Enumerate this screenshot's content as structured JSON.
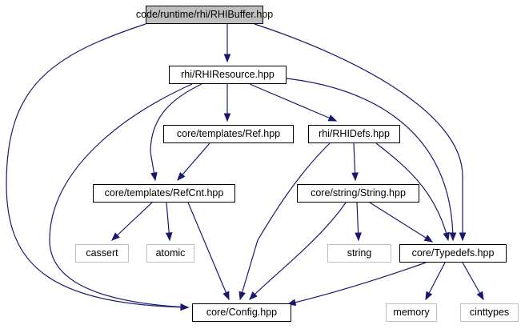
{
  "diagram": {
    "edge_color": "#191970",
    "root_fill": "#bfbfbf",
    "external_border": "#bfbfbf",
    "nodes": [
      {
        "id": "rhibuffer",
        "label": "code/runtime/rhi/RHIBuffer.hpp",
        "kind": "root"
      },
      {
        "id": "rhiresource",
        "label": "rhi/RHIResource.hpp",
        "kind": "file"
      },
      {
        "id": "ref",
        "label": "core/templates/Ref.hpp",
        "kind": "file"
      },
      {
        "id": "rhidefs",
        "label": "rhi/RHIDefs.hpp",
        "kind": "file"
      },
      {
        "id": "refcnt",
        "label": "core/templates/RefCnt.hpp",
        "kind": "file"
      },
      {
        "id": "string",
        "label": "core/string/String.hpp",
        "kind": "file"
      },
      {
        "id": "cassert",
        "label": "cassert",
        "kind": "external"
      },
      {
        "id": "atomic",
        "label": "atomic",
        "kind": "external"
      },
      {
        "id": "stringstd",
        "label": "string",
        "kind": "external"
      },
      {
        "id": "typedefs",
        "label": "core/Typedefs.hpp",
        "kind": "file"
      },
      {
        "id": "config",
        "label": "core/Config.hpp",
        "kind": "file"
      },
      {
        "id": "memory",
        "label": "memory",
        "kind": "external"
      },
      {
        "id": "cinttypes",
        "label": "cinttypes",
        "kind": "external"
      }
    ],
    "edges": [
      {
        "from": "rhibuffer",
        "to": "rhiresource"
      },
      {
        "from": "rhibuffer",
        "to": "config"
      },
      {
        "from": "rhibuffer",
        "to": "typedefs"
      },
      {
        "from": "rhiresource",
        "to": "ref"
      },
      {
        "from": "rhiresource",
        "to": "rhidefs"
      },
      {
        "from": "rhiresource",
        "to": "refcnt"
      },
      {
        "from": "rhiresource",
        "to": "config"
      },
      {
        "from": "rhiresource",
        "to": "typedefs"
      },
      {
        "from": "ref",
        "to": "refcnt"
      },
      {
        "from": "rhidefs",
        "to": "string"
      },
      {
        "from": "rhidefs",
        "to": "config"
      },
      {
        "from": "rhidefs",
        "to": "typedefs"
      },
      {
        "from": "refcnt",
        "to": "cassert"
      },
      {
        "from": "refcnt",
        "to": "atomic"
      },
      {
        "from": "refcnt",
        "to": "config"
      },
      {
        "from": "string",
        "to": "stringstd"
      },
      {
        "from": "string",
        "to": "typedefs"
      },
      {
        "from": "string",
        "to": "config"
      },
      {
        "from": "typedefs",
        "to": "config"
      },
      {
        "from": "typedefs",
        "to": "memory"
      },
      {
        "from": "typedefs",
        "to": "cinttypes"
      }
    ]
  }
}
